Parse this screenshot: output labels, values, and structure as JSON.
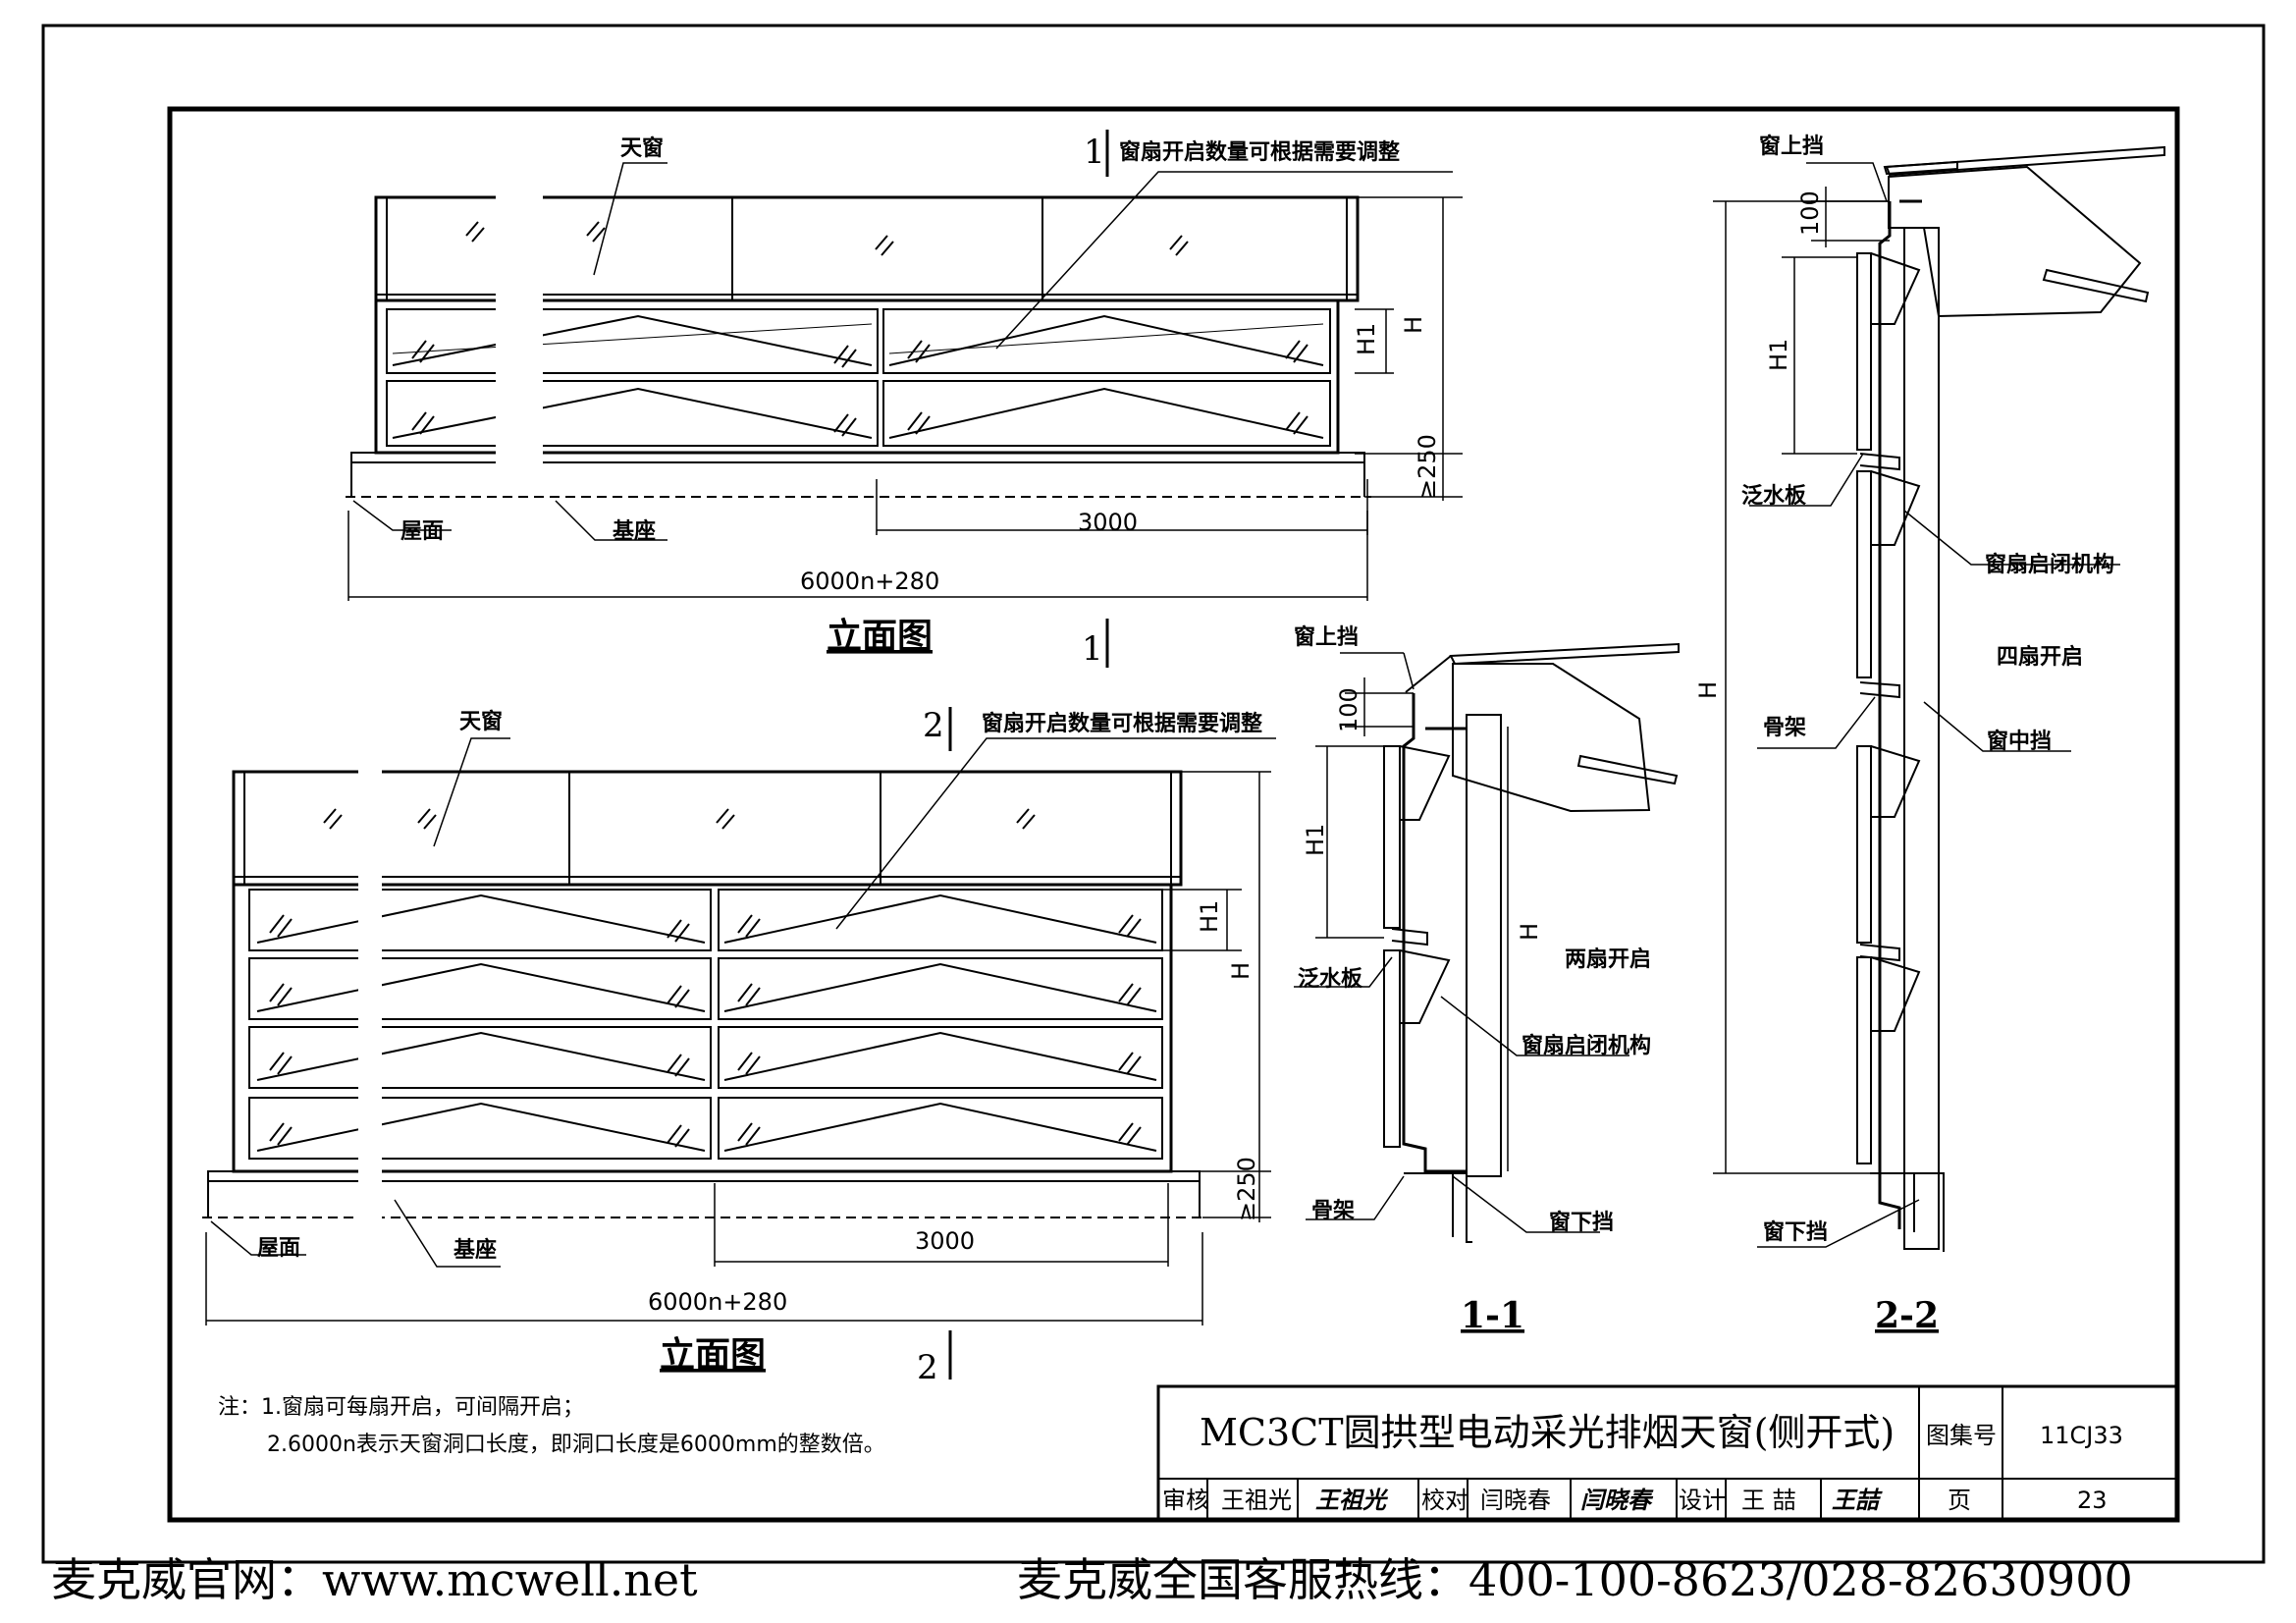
{
  "labels": {
    "skylight": "天窗",
    "adjust_note": "窗扇开启数量可根据需要调整",
    "roof": "屋面",
    "base": "基座",
    "upper_stop": "窗上挡",
    "lower_stop": "窗下挡",
    "middle_stop": "窗中挡",
    "flashing": "泛水板",
    "mechanism": "窗扇启闭机构",
    "frame": "骨架",
    "two_open": "两扇开启",
    "four_open": "四扇开启"
  },
  "dims": {
    "d3000": "3000",
    "total": "6000n+280",
    "H": "H",
    "H1": "H1",
    "d250": "≥250",
    "d100": "100"
  },
  "captions": {
    "elevation": "立面图",
    "sec1": "1",
    "sec2": "2",
    "sec11": "1-1",
    "sec22": "2-2"
  },
  "notes": {
    "n1": "注：1.窗扇可每扇开启，可间隔开启；",
    "n2": "2.6000n表示天窗洞口长度，即洞口长度是6000mm的整数倍。"
  },
  "title_block": {
    "title": "MC3CT圆拱型电动采光排烟天窗(侧开式)",
    "atlas_label": "图集号",
    "atlas_no": "11CJ33",
    "page_label": "页",
    "page_no": "23",
    "review_label": "审核",
    "review_name": "王祖光",
    "review_sig": "王祖光",
    "check_label": "校对",
    "check_name": "闫晓春",
    "check_sig": "闫晓春",
    "design_label": "设计",
    "design_name": "王 喆",
    "design_sig": "王喆"
  },
  "footer": {
    "website": "麦克威官网：www.mcwell.net",
    "hotline": "麦克威全国客服热线：400-100-8623/028-82630900"
  }
}
